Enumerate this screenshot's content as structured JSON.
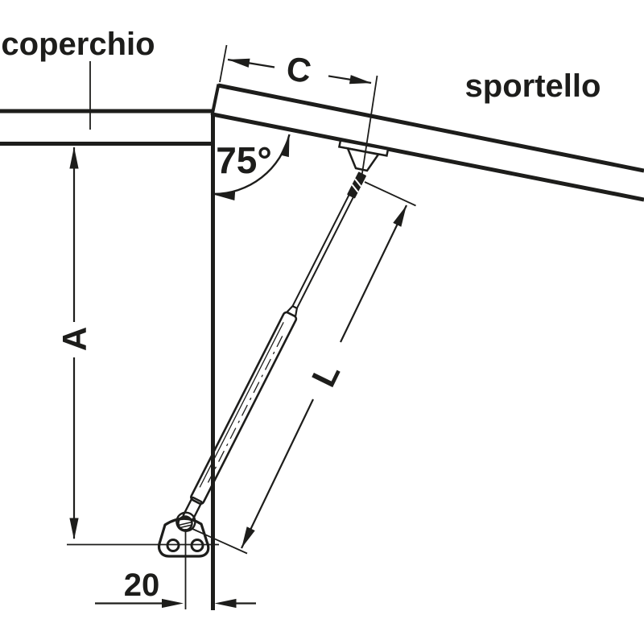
{
  "diagram": {
    "type": "technical-drawing",
    "labels": {
      "lid": "coperchio",
      "door": "sportello",
      "angle": "75°",
      "dim_c": "C",
      "dim_a": "A",
      "dim_l": "L",
      "dim_offset": "20"
    },
    "colors": {
      "ink": "#1d1d1b",
      "background": "#ffffff"
    }
  }
}
